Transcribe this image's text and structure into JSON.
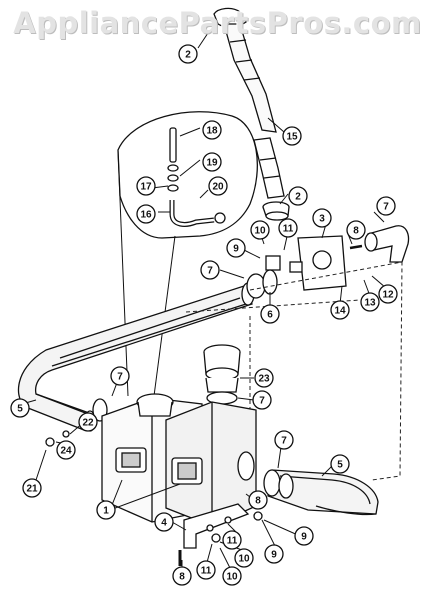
{
  "watermark": "AppliancePartsPros.com",
  "callouts": [
    "2",
    "15",
    "2",
    "18",
    "19",
    "17",
    "20",
    "16",
    "7",
    "8",
    "3",
    "10",
    "11",
    "9",
    "7",
    "6",
    "14",
    "13",
    "12",
    "5",
    "7",
    "23",
    "7",
    "22",
    "24",
    "21",
    "7",
    "5",
    "1",
    "8",
    "4",
    "11",
    "10",
    "9",
    "9",
    "11",
    "10",
    "8"
  ]
}
